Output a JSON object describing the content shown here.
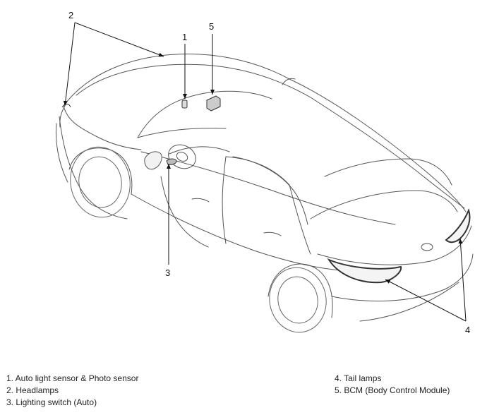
{
  "callouts": {
    "c1": "1",
    "c2": "2",
    "c3": "3",
    "c4": "4",
    "c5": "5"
  },
  "legend": {
    "left": [
      "1. Auto light sensor & Photo sensor",
      "2. Headlamps",
      "3. Lighting switch (Auto)"
    ],
    "right": [
      "4. Tail lamps",
      "5. BCM (Body Control Module)"
    ]
  },
  "colors": {
    "outline": "#444444",
    "light_outline": "#9a9a9a",
    "shade": "#e6e6e6",
    "text": "#111111"
  }
}
